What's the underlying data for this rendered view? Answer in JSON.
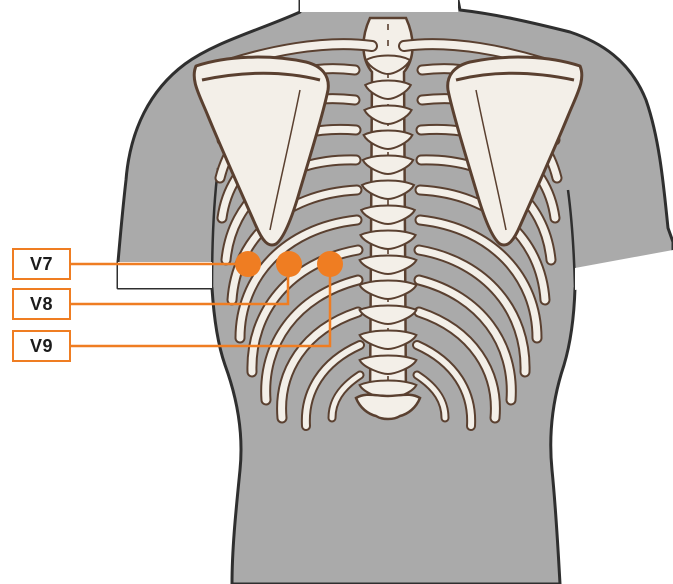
{
  "colors": {
    "accent": "#ef7d22",
    "skin": "#aaaaaa",
    "outline": "#2f2f2f",
    "bone": "#f3efe8",
    "bone_outline": "#5a4030"
  },
  "leads": [
    {
      "label": "V7"
    },
    {
      "label": "V8"
    },
    {
      "label": "V9"
    }
  ]
}
